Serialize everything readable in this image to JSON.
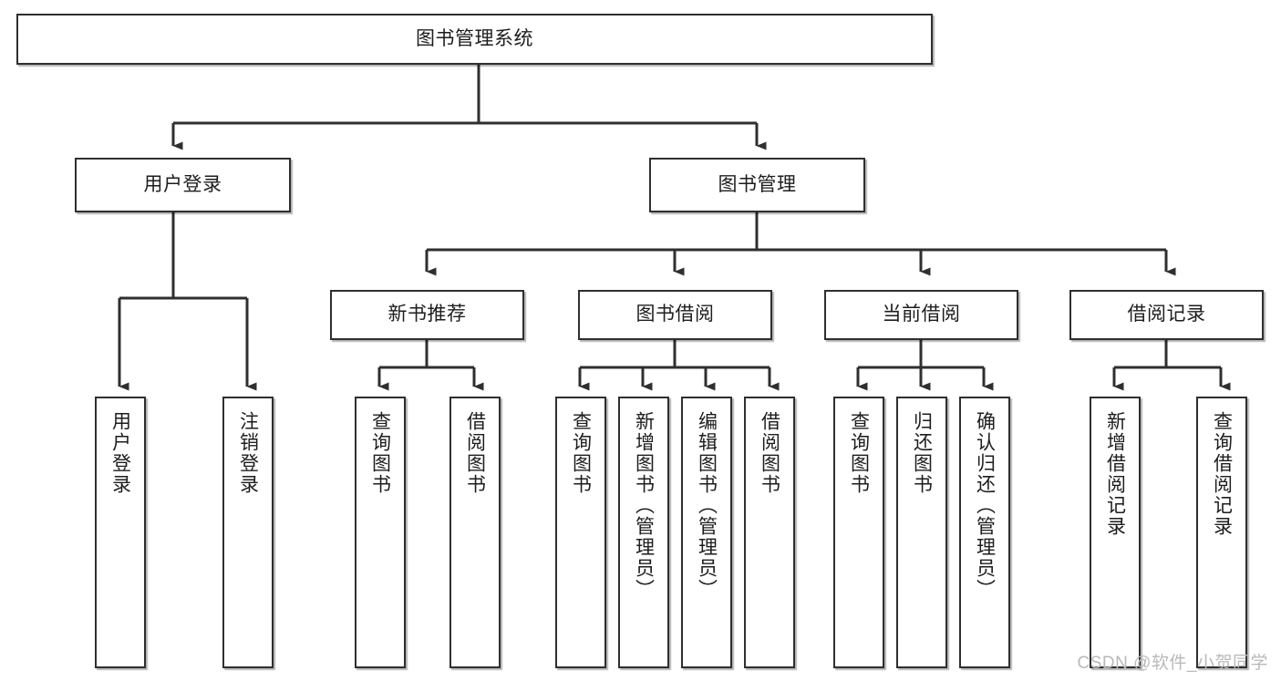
{
  "diagram": {
    "type": "tree-hierarchy-chart",
    "title": "图书管理系统",
    "orientation": "top-down",
    "colors": {
      "node_border": "#2f2f2f",
      "node_fill": "#ffffff",
      "edge": "#2f2f2f",
      "text": "#1d1d1d",
      "watermark": "#b9b9b9",
      "background": "#ffffff"
    }
  },
  "nodes": {
    "root": {
      "label": "图书管理系统",
      "level": 0,
      "orientation": "horizontal"
    },
    "user_login": {
      "label": "用户登录",
      "level": 1,
      "orientation": "horizontal"
    },
    "book_manage": {
      "label": "图书管理",
      "level": 1,
      "orientation": "horizontal"
    },
    "new_book_rec": {
      "label": "新书推荐",
      "level": 2,
      "orientation": "horizontal"
    },
    "book_borrow": {
      "label": "图书借阅",
      "level": 2,
      "orientation": "horizontal"
    },
    "current_borrow": {
      "label": "当前借阅",
      "level": 2,
      "orientation": "horizontal"
    },
    "borrow_record": {
      "label": "借阅记录",
      "level": 2,
      "orientation": "horizontal"
    },
    "leaf_user_login": {
      "label": "用户登录",
      "level": 2,
      "orientation": "vertical"
    },
    "leaf_logout": {
      "label": "注销登录",
      "level": 2,
      "orientation": "vertical"
    },
    "leaf_query_book_1": {
      "label": "查询图书",
      "level": 3,
      "orientation": "vertical"
    },
    "leaf_borrow_book_1": {
      "label": "借阅图书",
      "level": 3,
      "orientation": "vertical"
    },
    "leaf_query_book_2": {
      "label": "查询图书",
      "level": 3,
      "orientation": "vertical"
    },
    "leaf_add_book": {
      "label": "新增图书（管理员）",
      "level": 3,
      "orientation": "vertical"
    },
    "leaf_edit_book": {
      "label": "编辑图书（管理员）",
      "level": 3,
      "orientation": "vertical"
    },
    "leaf_borrow_book_2": {
      "label": "借阅图书",
      "level": 3,
      "orientation": "vertical"
    },
    "leaf_query_book_3": {
      "label": "查询图书",
      "level": 3,
      "orientation": "vertical"
    },
    "leaf_return_book": {
      "label": "归还图书",
      "level": 3,
      "orientation": "vertical"
    },
    "leaf_confirm_return": {
      "label": "确认归还（管理员）",
      "level": 3,
      "orientation": "vertical"
    },
    "leaf_add_record": {
      "label": "新增借阅记录",
      "level": 3,
      "orientation": "vertical"
    },
    "leaf_query_record": {
      "label": "查询借阅记录",
      "level": 3,
      "orientation": "vertical"
    }
  },
  "edges": [
    {
      "from": "root",
      "to": "user_login"
    },
    {
      "from": "root",
      "to": "book_manage"
    },
    {
      "from": "user_login",
      "to": "leaf_user_login"
    },
    {
      "from": "user_login",
      "to": "leaf_logout"
    },
    {
      "from": "book_manage",
      "to": "new_book_rec"
    },
    {
      "from": "book_manage",
      "to": "book_borrow"
    },
    {
      "from": "book_manage",
      "to": "current_borrow"
    },
    {
      "from": "book_manage",
      "to": "borrow_record"
    },
    {
      "from": "new_book_rec",
      "to": "leaf_query_book_1"
    },
    {
      "from": "new_book_rec",
      "to": "leaf_borrow_book_1"
    },
    {
      "from": "book_borrow",
      "to": "leaf_query_book_2"
    },
    {
      "from": "book_borrow",
      "to": "leaf_add_book"
    },
    {
      "from": "book_borrow",
      "to": "leaf_edit_book"
    },
    {
      "from": "book_borrow",
      "to": "leaf_borrow_book_2"
    },
    {
      "from": "current_borrow",
      "to": "leaf_query_book_3"
    },
    {
      "from": "current_borrow",
      "to": "leaf_return_book"
    },
    {
      "from": "current_borrow",
      "to": "leaf_confirm_return"
    },
    {
      "from": "borrow_record",
      "to": "leaf_add_record"
    },
    {
      "from": "borrow_record",
      "to": "leaf_query_record"
    }
  ],
  "watermark": {
    "text": "CSDN @软件_小贺同学"
  }
}
